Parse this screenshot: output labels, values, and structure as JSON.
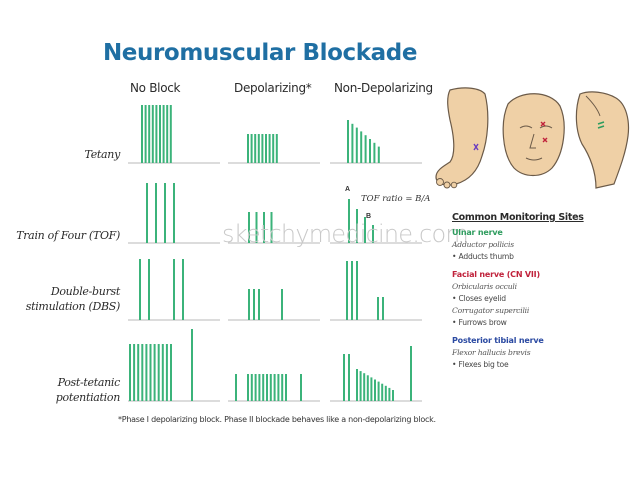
{
  "title": "Neuromuscular Blockade",
  "columns": [
    "No Block",
    "Depolarizing*",
    "Non-Depolarizing"
  ],
  "rows": [
    {
      "label_lines": [
        "Tetany"
      ]
    },
    {
      "label_lines": [
        "Train of Four (TOF)"
      ]
    },
    {
      "label_lines": [
        "Double-burst",
        "stimulation (DBS)"
      ]
    },
    {
      "label_lines": [
        "Post-tetanic",
        "potentiation"
      ]
    }
  ],
  "tof_ratio_label": "TOF ratio = B/A",
  "tof_point_a": "A",
  "tof_point_b": "B",
  "watermark": "sketchymedicine.com",
  "footnote": "*Phase I depolarizing block. Phase II blockade behaves like a non-depolarizing block.",
  "monitoring": {
    "heading": "Common Monitoring Sites",
    "sites": [
      {
        "nerve": "Ulnar nerve",
        "color": "#2e9c5e",
        "lines": [
          {
            "text": "Adductor pollicis",
            "italic": true
          },
          {
            "text": "• Adducts thumb",
            "italic": false
          }
        ]
      },
      {
        "nerve": "Facial nerve (CN VII)",
        "color": "#c0223b",
        "lines": [
          {
            "text": "Orbicularis occuli",
            "italic": true
          },
          {
            "text": "• Closes eyelid",
            "italic": false
          },
          {
            "text": "Corrugator supercilii",
            "italic": true
          },
          {
            "text": "• Furrows brow",
            "italic": false
          }
        ]
      },
      {
        "nerve": "Posterior tibial nerve",
        "color": "#2b4aa2",
        "lines": [
          {
            "text": "Flexor hallucis brevis",
            "italic": true
          },
          {
            "text": "• Flexes big toe",
            "italic": false
          }
        ]
      }
    ]
  },
  "colors": {
    "bar": "#3bb37a",
    "baseline": "#b8b8b8",
    "title": "#1f6fa3",
    "skin": "#efd0a6"
  },
  "illustration_icons": [
    "foot-icon",
    "face-icon",
    "hand-wrist-icon"
  ]
}
